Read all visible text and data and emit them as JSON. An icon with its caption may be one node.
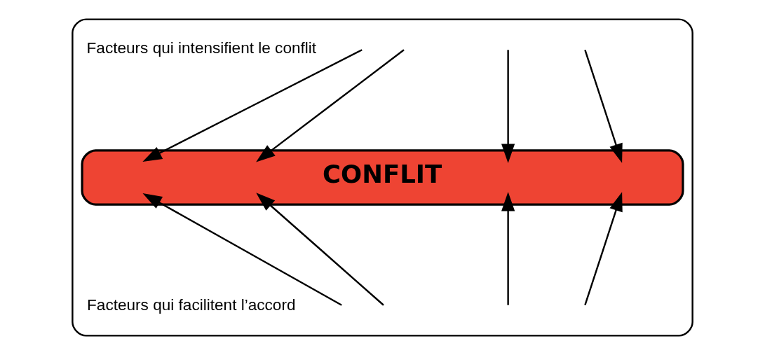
{
  "diagram": {
    "nodes": [
      {
        "text": [],
        "shape": "box"
      },
      {
        "text": [
          "CONFLIT"
        ],
        "in": 0
      }
    ],
    "edges": [
      {
        "from": null,
        "to": 1,
        "arrow": "to"
      },
      {
        "from": null,
        "to": 1,
        "arrow": "to"
      },
      {
        "from": null,
        "to": 1,
        "arrow": "to"
      },
      {
        "from": null,
        "to": 1,
        "arrow": "to"
      },
      {
        "from": null,
        "to": 1,
        "arrow": "to"
      },
      {
        "from": null,
        "to": 1,
        "arrow": "to"
      },
      {
        "from": null,
        "to": 1,
        "arrow": "to"
      },
      {
        "from": null,
        "to": 1,
        "arrow": "to"
      }
    ],
    "labels": [
      "Facteurs qui intensifient le conflit",
      "Facteurs qui facilitent l’accord"
    ]
  }
}
